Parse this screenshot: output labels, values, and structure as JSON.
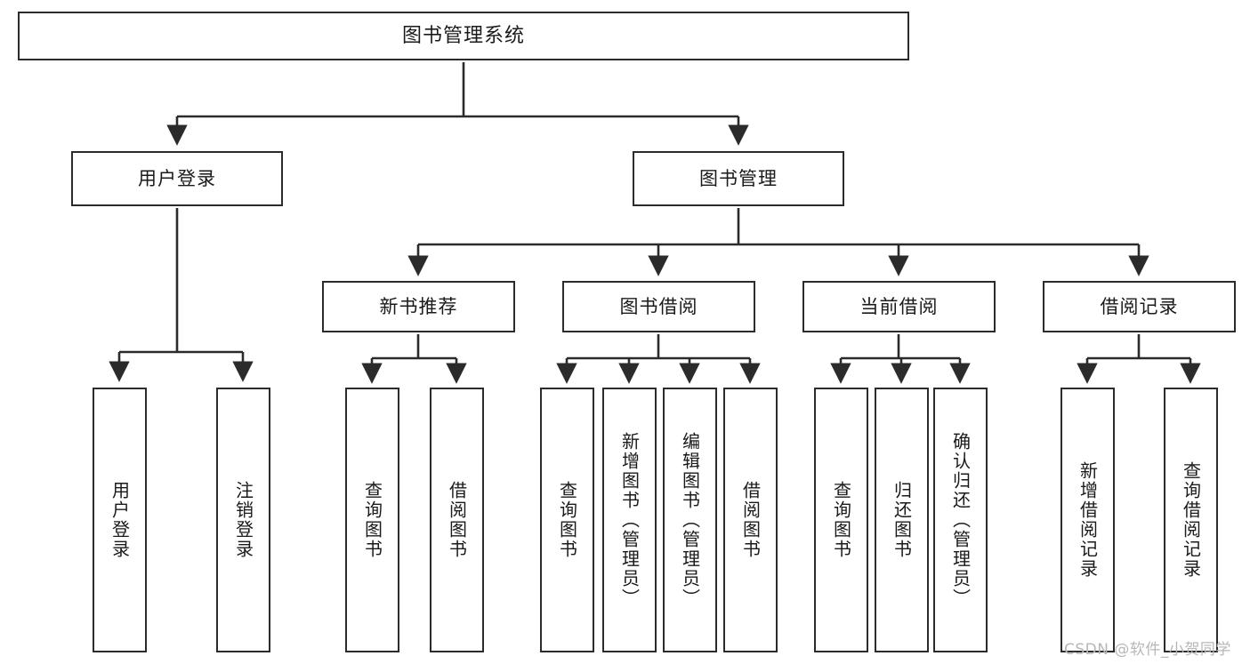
{
  "diagram": {
    "title": "图书管理系统",
    "type": "tree-hierarchy",
    "root": {
      "id": "root",
      "label": "图书管理系统"
    },
    "level1": [
      {
        "id": "user-login",
        "label": "用户登录"
      },
      {
        "id": "book-management",
        "label": "图书管理"
      }
    ],
    "level2": [
      {
        "id": "new-book-recommend",
        "label": "新书推荐",
        "parent": "book-management"
      },
      {
        "id": "book-borrow",
        "label": "图书借阅",
        "parent": "book-management"
      },
      {
        "id": "current-borrow",
        "label": "当前借阅",
        "parent": "book-management"
      },
      {
        "id": "borrow-record",
        "label": "借阅记录",
        "parent": "book-management"
      }
    ],
    "leaves": {
      "user-login": [
        {
          "id": "leaf-user-login",
          "label": "用户登录"
        },
        {
          "id": "leaf-user-logout",
          "label": "注销登录"
        }
      ],
      "new-book-recommend": [
        {
          "id": "leaf-query-book-1",
          "label": "查询图书"
        },
        {
          "id": "leaf-borrow-book-1",
          "label": "借阅图书"
        }
      ],
      "book-borrow": [
        {
          "id": "leaf-query-book-2",
          "label": "查询图书"
        },
        {
          "id": "leaf-add-book",
          "label": "新增图书（管理员）"
        },
        {
          "id": "leaf-edit-book",
          "label": "编辑图书（管理员）"
        },
        {
          "id": "leaf-borrow-book-2",
          "label": "借阅图书"
        }
      ],
      "current-borrow": [
        {
          "id": "leaf-query-book-3",
          "label": "查询图书"
        },
        {
          "id": "leaf-return-book",
          "label": "归还图书"
        },
        {
          "id": "leaf-confirm-return",
          "label": "确认归还（管理员）"
        }
      ],
      "borrow-record": [
        {
          "id": "leaf-add-record",
          "label": "新增借阅记录"
        },
        {
          "id": "leaf-query-record",
          "label": "查询借阅记录"
        }
      ]
    }
  },
  "watermark": {
    "text": "CSDN @软件_小贺同学"
  },
  "colors": {
    "border": "#2b2b2b",
    "background": "#ffffff",
    "text": "#1a1a1a",
    "watermark": "#b7b7b7"
  }
}
